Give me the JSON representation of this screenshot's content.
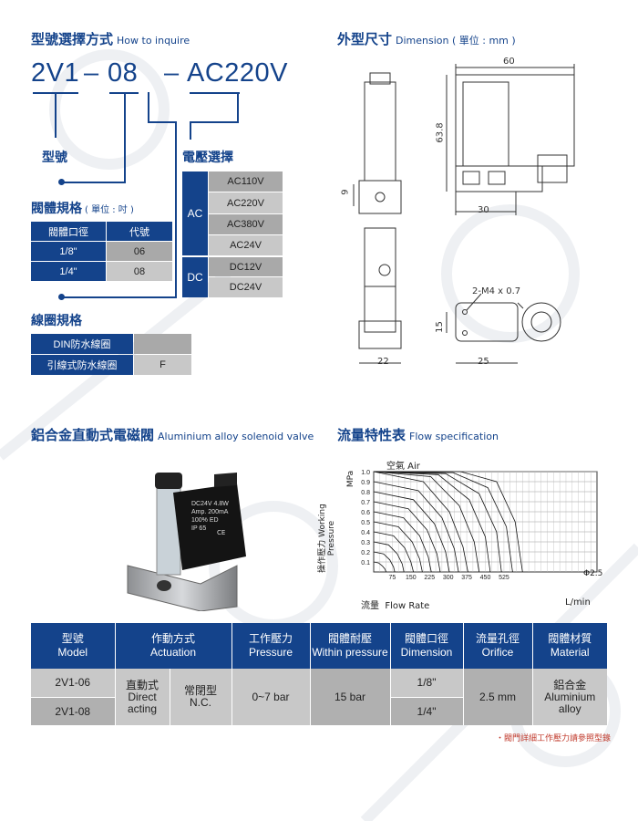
{
  "inquire": {
    "title_zh": "型號選擇方式",
    "title_en": "How to inquire",
    "code_part1": "2V1",
    "code_dash1": "–",
    "code_part2": "08",
    "code_dash2": "–",
    "code_part3": "AC220V",
    "model_label": "型號",
    "valve_size": {
      "title": "閥體規格",
      "unit": "( 單位 : 吋 )",
      "headers": [
        "閥體口徑",
        "代號"
      ],
      "rows": [
        [
          "1/8\"",
          "06"
        ],
        [
          "1/4\"",
          "08"
        ]
      ]
    },
    "voltage": {
      "title": "電壓選擇",
      "groups": [
        {
          "type": "AC",
          "values": [
            "AC110V",
            "AC220V",
            "AC380V",
            "AC24V"
          ]
        },
        {
          "type": "DC",
          "values": [
            "DC12V",
            "DC24V"
          ]
        }
      ]
    },
    "coil": {
      "title": "線圈規格",
      "rows": [
        [
          "DIN防水線圈",
          ""
        ],
        [
          "引線式防水線圈",
          "F"
        ]
      ]
    }
  },
  "dimension": {
    "title_zh": "外型尺寸",
    "title_en": "Dimension ( 單位 : mm )",
    "labels": {
      "width": "60",
      "height": "63.8",
      "port_h": "9",
      "base_w": "30",
      "bottom_h": "15",
      "bottom_w1": "22",
      "bottom_w2": "25",
      "thread": "2-M4 x 0.7"
    }
  },
  "product": {
    "title_zh": "鋁合金直動式電磁閥",
    "title_en": "Aluminium alloy solenoid valve",
    "coil_text": [
      "DC24V  4.8W",
      "Amp.  200mA",
      "100% ED",
      "IP 65",
      "CE"
    ]
  },
  "flow": {
    "title_zh": "流量特性表",
    "title_en": "Flow specification",
    "air_label": "空氣 Air",
    "orifice_label": "Φ2.5",
    "xlabel_zh": "流量",
    "xlabel_en": "Flow Rate",
    "xunit": "L/min",
    "ylabel_zh": "操作壓力",
    "ylabel_en": "Working Pressure",
    "yunit": "MPa"
  },
  "chart_data": {
    "type": "line",
    "x_ticks": [
      75,
      150,
      225,
      300,
      375,
      450,
      525
    ],
    "y_ticks": [
      0.1,
      0.2,
      0.3,
      0.4,
      0.5,
      0.6,
      0.7,
      0.8,
      0.9,
      1.0
    ],
    "xlim": [
      0,
      900
    ],
    "ylim": [
      0,
      1.0
    ],
    "grid": true,
    "series": [
      {
        "x": [
          0,
          20,
          35,
          45,
          50
        ],
        "y": [
          0.1,
          0.09,
          0.06,
          0.03,
          0.0
        ]
      },
      {
        "x": [
          0,
          40,
          65,
          80,
          85
        ],
        "y": [
          0.2,
          0.18,
          0.12,
          0.05,
          0.0
        ]
      },
      {
        "x": [
          0,
          60,
          95,
          115,
          122
        ],
        "y": [
          0.3,
          0.27,
          0.18,
          0.08,
          0.0
        ]
      },
      {
        "x": [
          0,
          80,
          125,
          150,
          160
        ],
        "y": [
          0.4,
          0.36,
          0.24,
          0.1,
          0.0
        ]
      },
      {
        "x": [
          0,
          100,
          155,
          185,
          196
        ],
        "y": [
          0.5,
          0.45,
          0.3,
          0.13,
          0.0
        ]
      },
      {
        "x": [
          0,
          120,
          185,
          220,
          232
        ],
        "y": [
          0.6,
          0.54,
          0.36,
          0.15,
          0.0
        ]
      },
      {
        "x": [
          0,
          140,
          215,
          255,
          268
        ],
        "y": [
          0.7,
          0.63,
          0.42,
          0.18,
          0.0
        ]
      },
      {
        "x": [
          0,
          160,
          245,
          290,
          305
        ],
        "y": [
          0.8,
          0.72,
          0.48,
          0.2,
          0.0
        ]
      },
      {
        "x": [
          0,
          180,
          275,
          325,
          342
        ],
        "y": [
          0.9,
          0.81,
          0.54,
          0.23,
          0.0
        ]
      },
      {
        "x": [
          0,
          200,
          305,
          360,
          380
        ],
        "y": [
          1.0,
          0.9,
          0.6,
          0.25,
          0.0
        ]
      },
      {
        "x": [
          0,
          230,
          345,
          405,
          425
        ],
        "y": [
          1.0,
          0.95,
          0.66,
          0.3,
          0.0
        ]
      },
      {
        "x": [
          0,
          260,
          385,
          450,
          470
        ],
        "y": [
          1.0,
          0.97,
          0.72,
          0.35,
          0.0
        ]
      },
      {
        "x": [
          0,
          290,
          425,
          495,
          515
        ],
        "y": [
          1.0,
          0.98,
          0.78,
          0.4,
          0.0
        ]
      },
      {
        "x": [
          0,
          320,
          460,
          535,
          560
        ],
        "y": [
          1.0,
          0.99,
          0.84,
          0.45,
          0.0
        ]
      },
      {
        "x": [
          0,
          350,
          495,
          570,
          600
        ],
        "y": [
          1.0,
          1.0,
          0.9,
          0.5,
          0.0
        ]
      }
    ]
  },
  "spec": {
    "headers": [
      [
        "型號",
        "Model"
      ],
      [
        "作動方式",
        "Actuation"
      ],
      [
        "工作壓力",
        "Pressure"
      ],
      [
        "閥體耐壓",
        "Within pressure"
      ],
      [
        "閥體口徑",
        "Dimension"
      ],
      [
        "流量孔徑",
        "Orifice"
      ],
      [
        "閥體材質",
        "Material"
      ]
    ],
    "models": [
      "2V1-06",
      "2V1-08"
    ],
    "actuation_a": [
      "直動式",
      "Direct",
      "acting"
    ],
    "actuation_b": [
      "常閉型",
      "N.C."
    ],
    "pressure": "0~7 bar",
    "within": "15 bar",
    "dims": [
      "1/8\"",
      "1/4\""
    ],
    "orifice": "2.5 mm",
    "material": [
      "鋁合金",
      "Aluminium",
      "alloy"
    ],
    "footnote": "・閥門詳細工作壓力請參照型錄"
  },
  "colors": {
    "primary": "#14438b",
    "gray": "#a9a9a9",
    "light_gray": "#c8c8c8",
    "note": "#c0392b"
  }
}
